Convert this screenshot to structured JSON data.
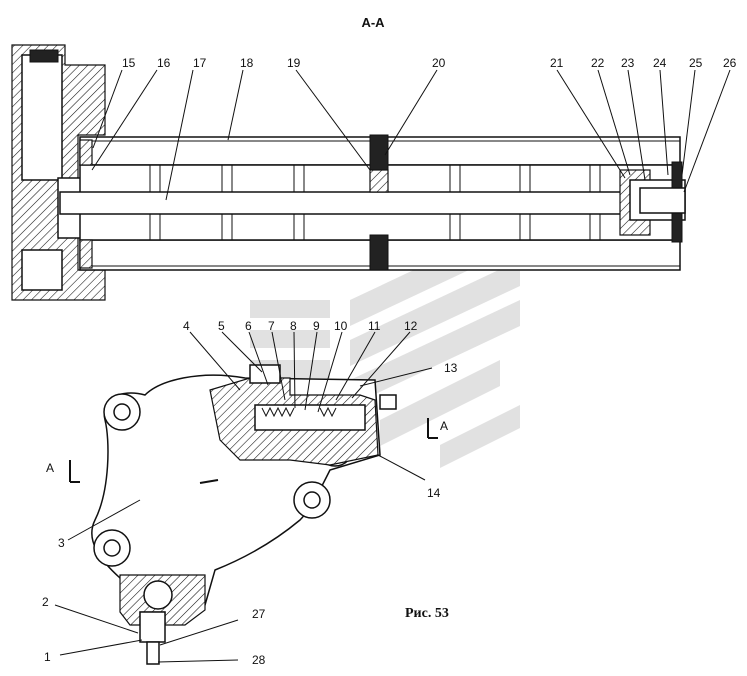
{
  "section_label": "А-А",
  "caption": "Рис. 53",
  "section_marks": [
    {
      "id": "mark-right",
      "text": "А"
    },
    {
      "id": "mark-left",
      "text": "А"
    }
  ],
  "callouts": [
    "1",
    "2",
    "3",
    "4",
    "5",
    "6",
    "7",
    "8",
    "9",
    "10",
    "11",
    "12",
    "13",
    "14",
    "15",
    "16",
    "17",
    "18",
    "19",
    "20",
    "21",
    "22",
    "23",
    "24",
    "25",
    "26",
    "27",
    "28"
  ]
}
